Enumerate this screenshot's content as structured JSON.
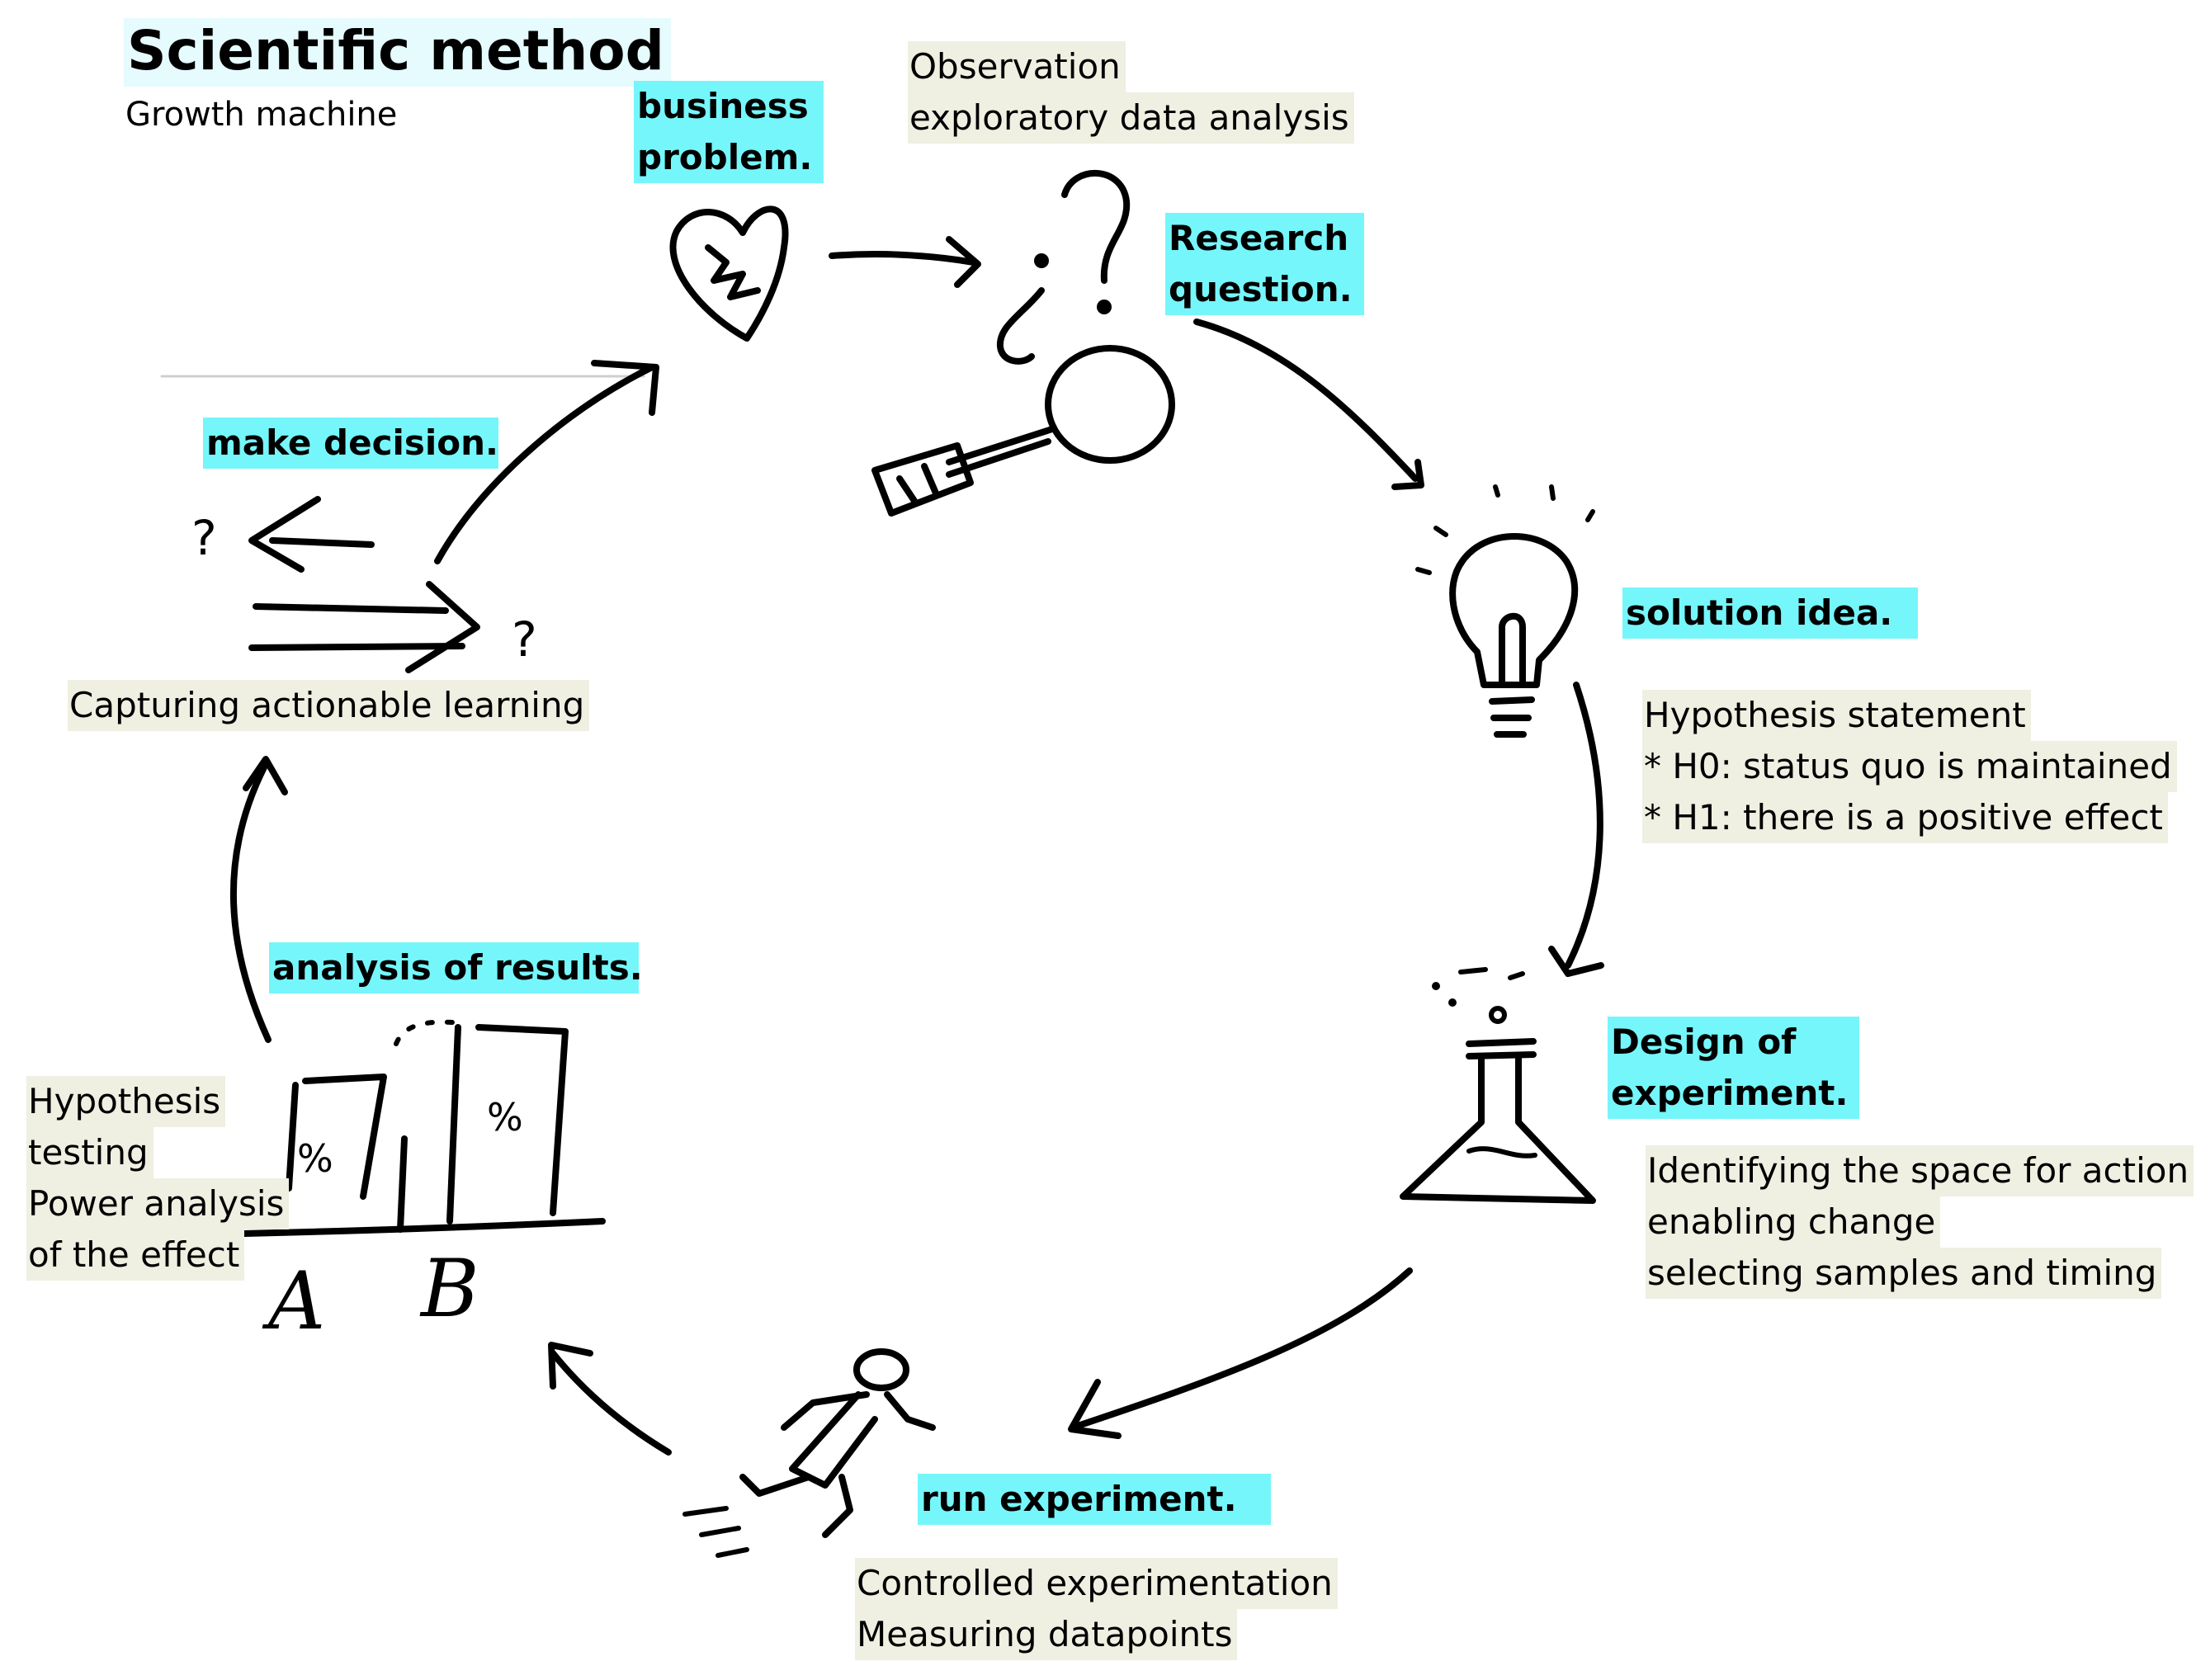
{
  "header": {
    "title": "Scientific method",
    "subtitle": "Growth machine"
  },
  "stages": {
    "business_problem": "business\nproblem.",
    "research_question": "Research\nquestion.",
    "solution_idea": "solution idea.",
    "design_of_experiment": "Design of\nexperiment.",
    "run_experiment": "run experiment.",
    "analysis_of_results": "analysis of results.",
    "make_decision": "make decision."
  },
  "notes": {
    "observation": [
      "Observation",
      "exploratory data analysis"
    ],
    "hypothesis": [
      "Hypothesis statement",
      "* H0: status quo is maintained",
      "* H1: there is a positive effect"
    ],
    "design": [
      "Identifying the space for action",
      "enabling change",
      "selecting samples and timing"
    ],
    "run": [
      "Controlled experimentation",
      "Measuring datapoints"
    ],
    "analysis": [
      "Hypothesis",
      "testing",
      "Power analysis",
      "of the effect"
    ],
    "decision": [
      "Capturing actionable learning"
    ]
  },
  "sketch_labels": {
    "bar_a": "A",
    "bar_b": "B",
    "percent": "%",
    "question_mark": "?"
  }
}
